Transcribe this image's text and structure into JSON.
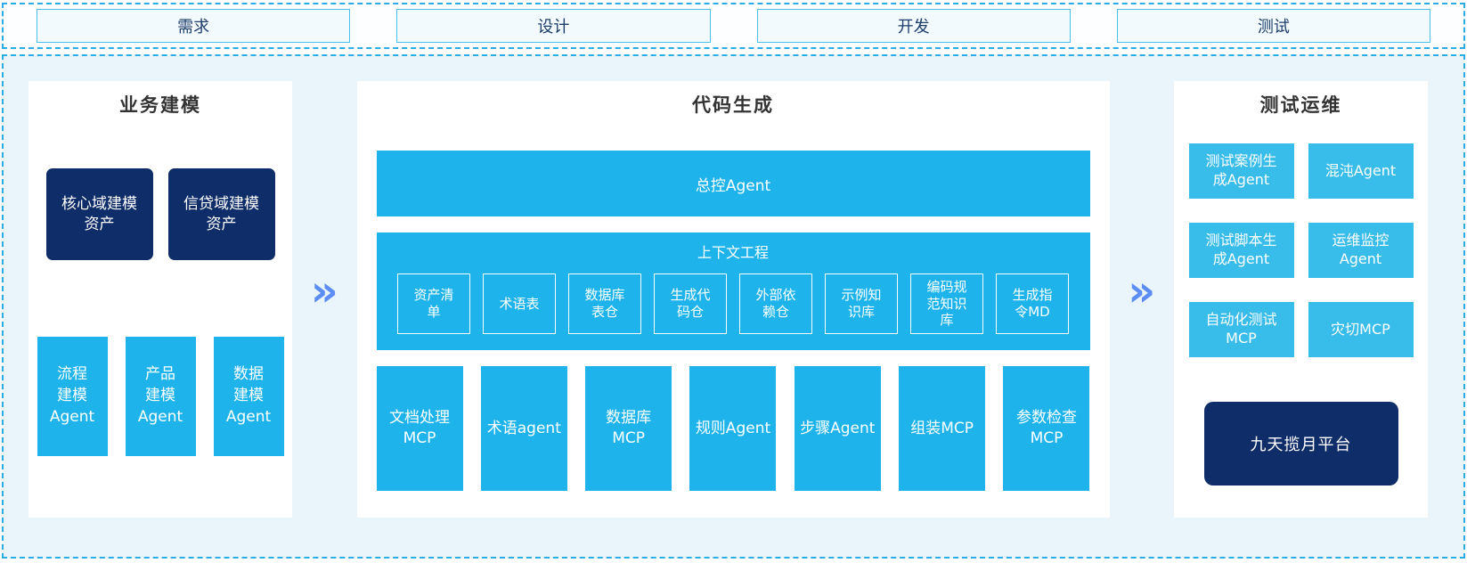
{
  "arrow_glyph": "»",
  "phases": {
    "items": [
      {
        "label": "需求"
      },
      {
        "label": "设计"
      },
      {
        "label": "开发"
      },
      {
        "label": "测试"
      }
    ]
  },
  "business": {
    "title": "业务建模",
    "assets": [
      {
        "label": "核心域建模\n资产"
      },
      {
        "label": "信贷域建模\n资产"
      }
    ],
    "agents": [
      {
        "label": "流程\n建模\nAgent"
      },
      {
        "label": "产品\n建模\nAgent"
      },
      {
        "label": "数据\n建模\nAgent"
      }
    ]
  },
  "codegen": {
    "title": "代码生成",
    "master_agent": "总控Agent",
    "context": {
      "title": "上下文工程",
      "items": [
        {
          "label": "资产清\n单"
        },
        {
          "label": "术语表"
        },
        {
          "label": "数据库\n表仓"
        },
        {
          "label": "生成代\n码仓"
        },
        {
          "label": "外部依\n赖仓"
        },
        {
          "label": "示例知\n识库"
        },
        {
          "label": "编码规\n范知识\n库"
        },
        {
          "label": "生成指\n令MD"
        }
      ]
    },
    "workers": [
      {
        "label": "文档处理\nMCP"
      },
      {
        "label": "术语agent"
      },
      {
        "label": "数据库\nMCP"
      },
      {
        "label": "规则Agent"
      },
      {
        "label": "步骤Agent"
      },
      {
        "label": "组装MCP"
      },
      {
        "label": "参数检查\nMCP"
      }
    ]
  },
  "testops": {
    "title": "测试运维",
    "tools": [
      {
        "label": "测试案例生\n成Agent"
      },
      {
        "label": "混沌Agent"
      },
      {
        "label": "测试脚本生\n成Agent"
      },
      {
        "label": "运维监控\nAgent"
      },
      {
        "label": "自动化测试\nMCP"
      },
      {
        "label": "灾切MCP"
      }
    ],
    "platform": "九天揽月平台"
  },
  "colors": {
    "cyan": "#1EB4EB",
    "cyan_light": "#38BCEA",
    "navy": "#0F2D69",
    "arrow": "#5C8DF5",
    "dash": "#2BACE2",
    "frame_bg": "#E9F4FB",
    "phase_bg": "#F3FAFD",
    "phase_border": "#4ABFE9",
    "phase_text": "#1D3D6B",
    "title_text": "#333333"
  }
}
